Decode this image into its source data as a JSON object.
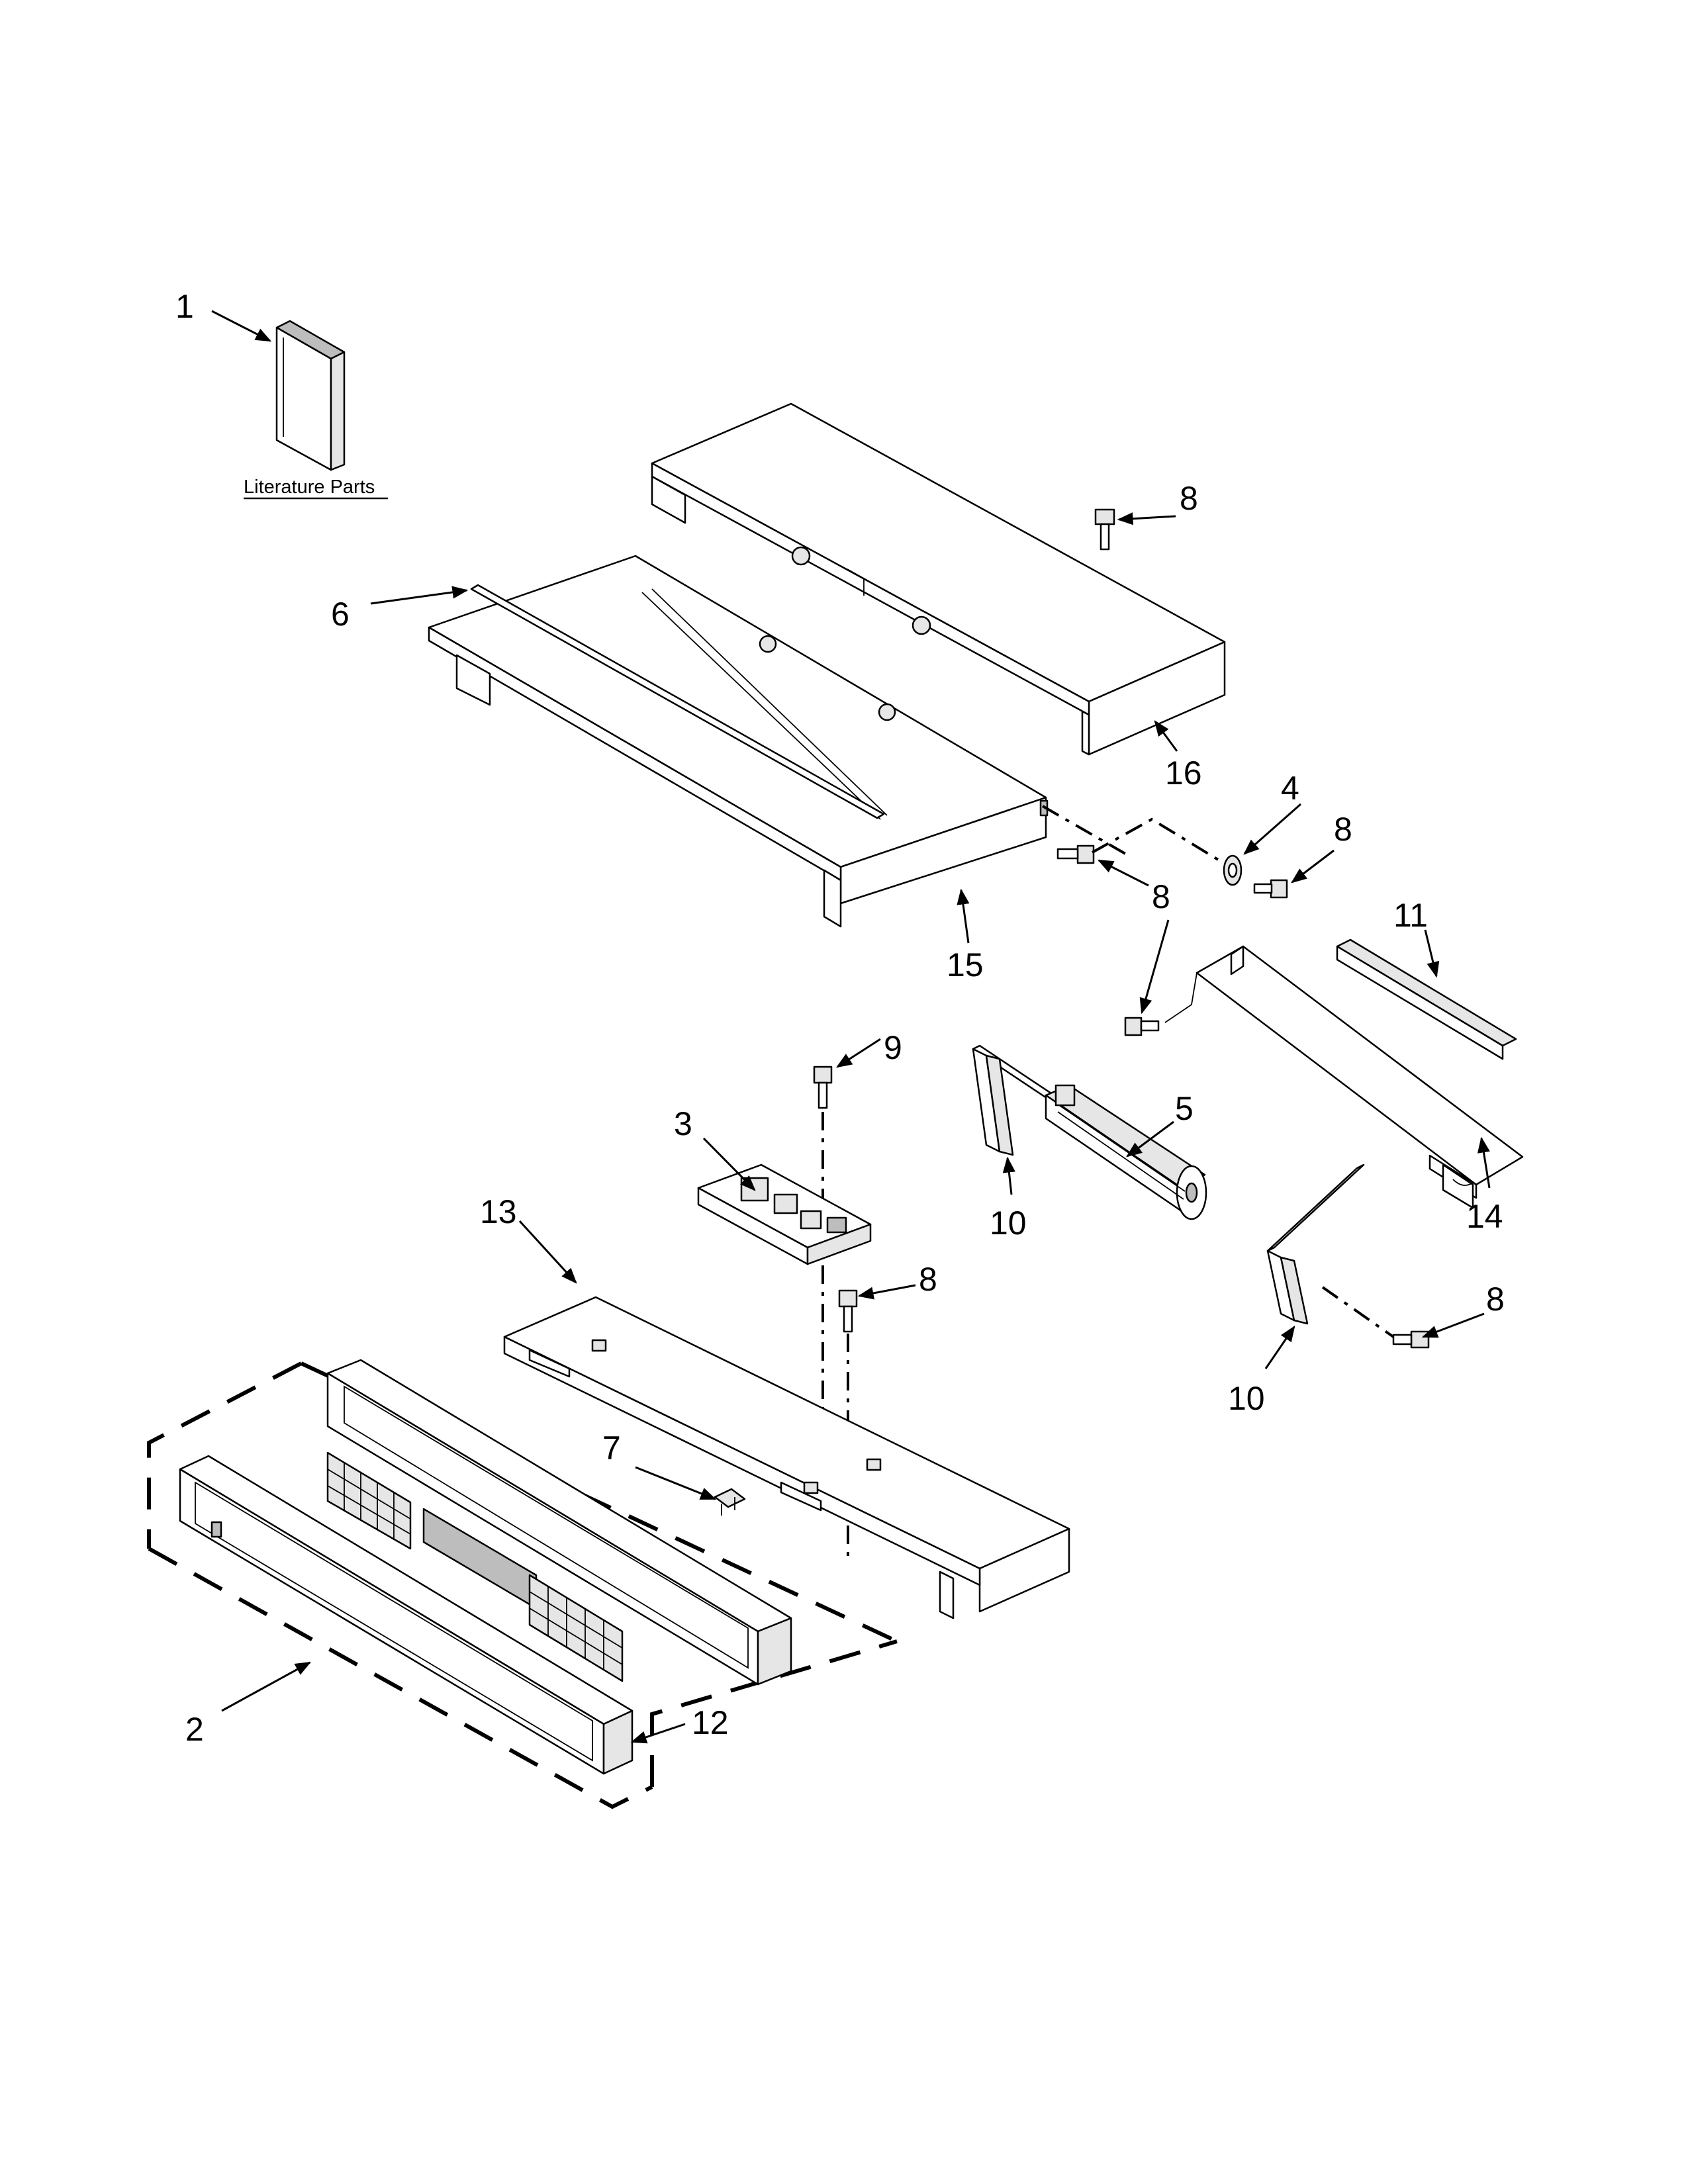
{
  "diagram": {
    "literature_label": "Literature Parts",
    "callouts": {
      "c1": "1",
      "c2": "2",
      "c3": "3",
      "c4": "4",
      "c5": "5",
      "c6": "6",
      "c7": "7",
      "c8a": "8",
      "c8b": "8",
      "c8c": "8",
      "c8d": "8",
      "c8e": "8",
      "c9": "9",
      "c10a": "10",
      "c10b": "10",
      "c11": "11",
      "c12": "12",
      "c13": "13",
      "c14": "14",
      "c15": "15",
      "c16": "16"
    }
  }
}
